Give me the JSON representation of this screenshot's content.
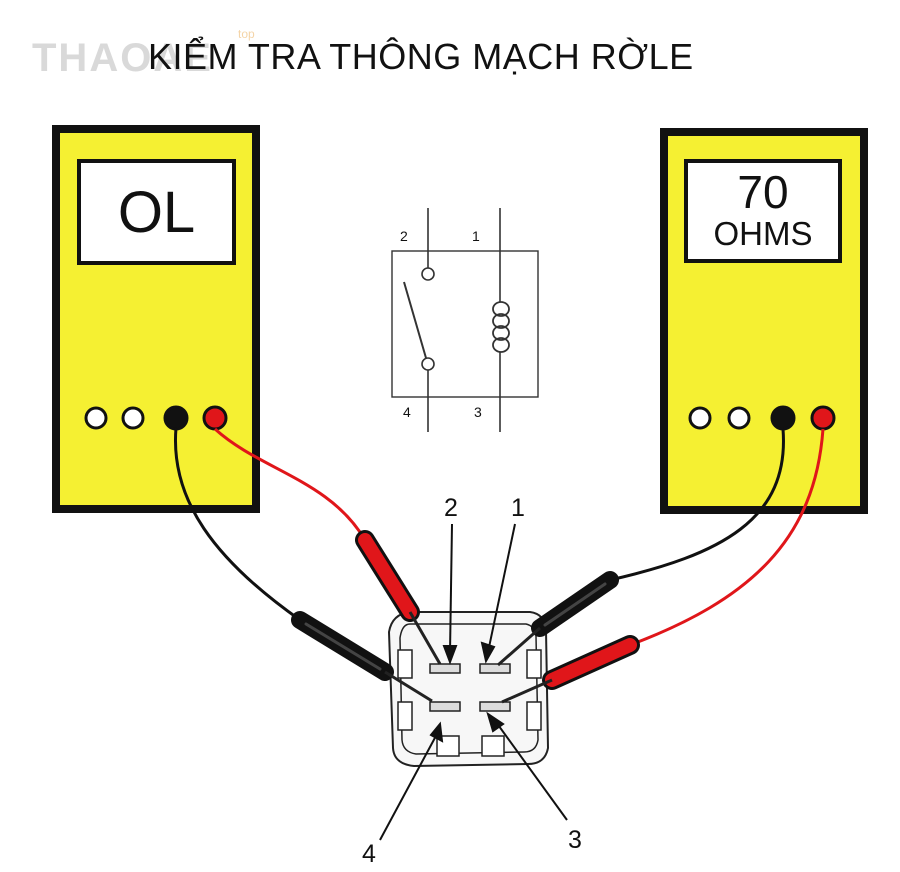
{
  "title": "KIỂM TRA THÔNG MẠCH RỜLE",
  "watermark": {
    "text": "THAOAE",
    "suffix": "top"
  },
  "meters": {
    "left": {
      "reading": "OL"
    },
    "right": {
      "reading_value": "70",
      "reading_unit": "OHMS"
    }
  },
  "schematic": {
    "terminals": [
      "2",
      "1",
      "4",
      "3"
    ]
  },
  "connector": {
    "terminals": [
      "2",
      "1",
      "4",
      "3"
    ]
  },
  "colors": {
    "meter_body": "#f5f032",
    "meter_frame": "#111111",
    "probe_red": "#e0161a",
    "probe_black": "#111111"
  }
}
